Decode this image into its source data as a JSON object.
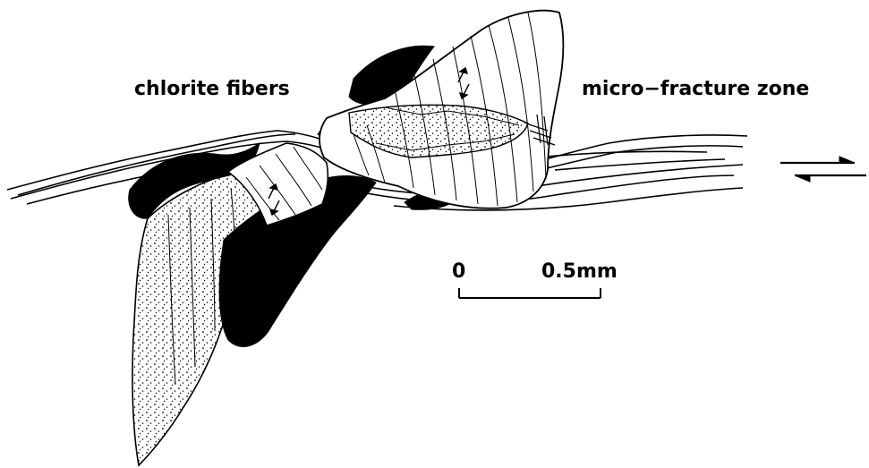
{
  "labels": {
    "chlorite": "chlorite fibers",
    "fracture": "micro−fracture zone"
  },
  "scale_bar": {
    "start_label": "0",
    "end_label": "0.5mm"
  },
  "colors": {
    "ink": "#000000",
    "paper": "#ffffff"
  },
  "icons": {
    "shear_sense": "sinistral-shear-arrows-icon"
  }
}
